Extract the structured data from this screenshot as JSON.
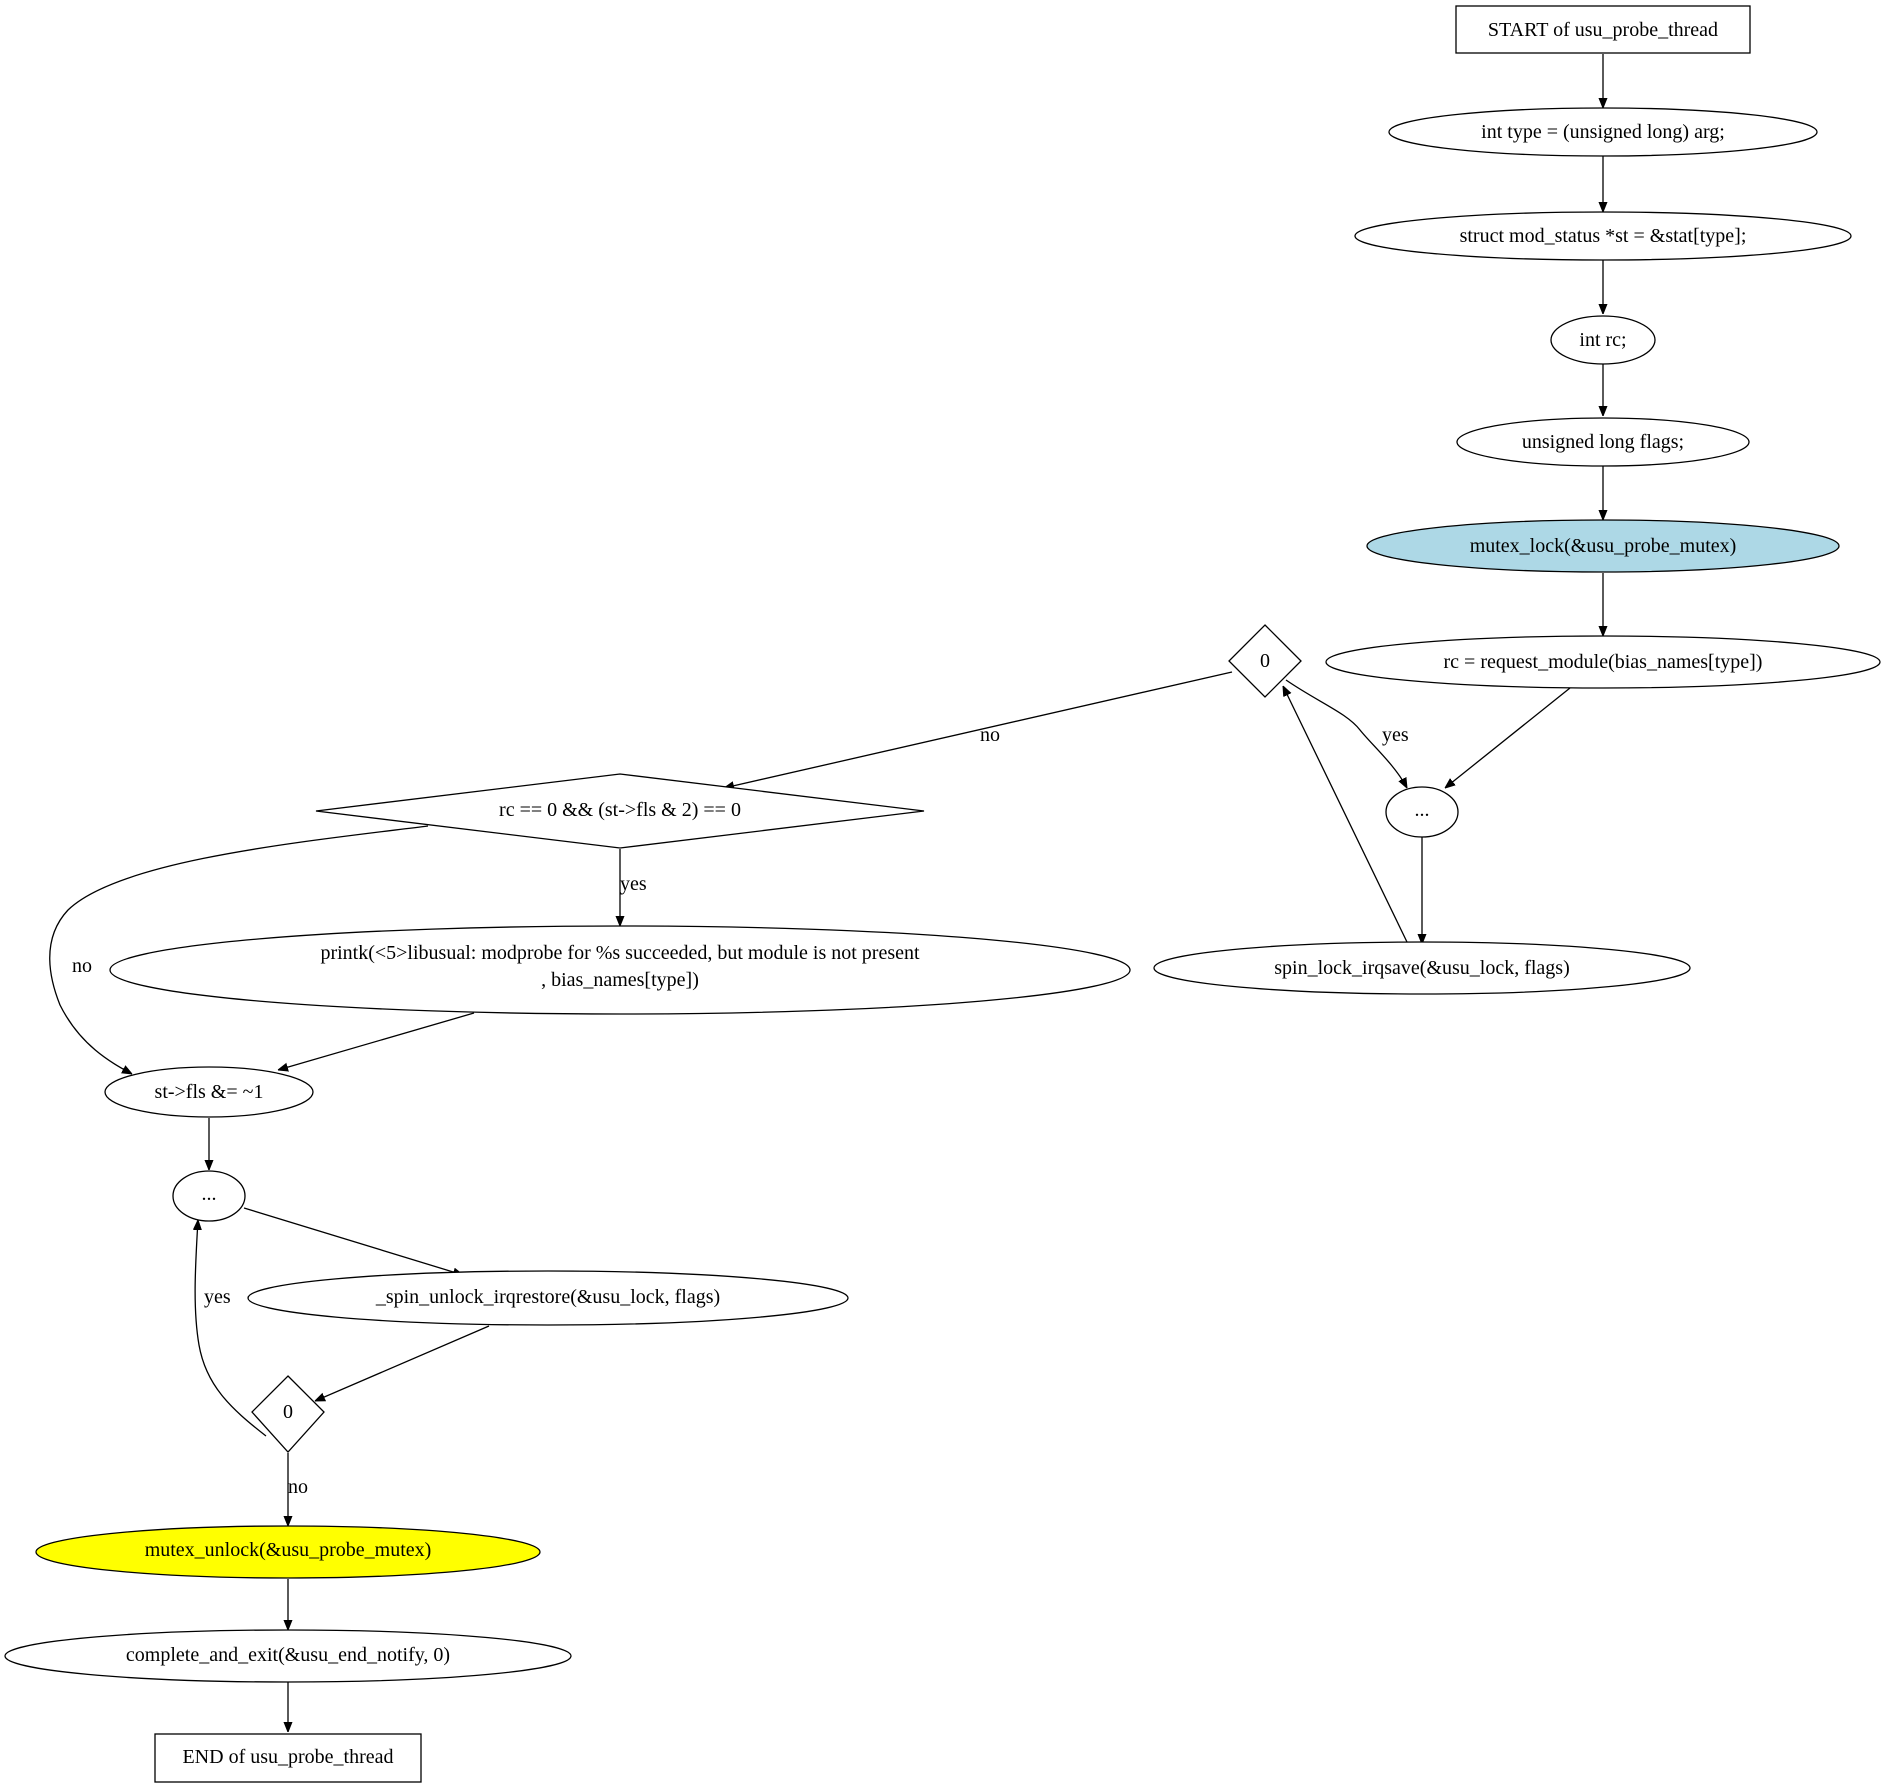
{
  "colors": {
    "background": "#ffffff",
    "stroke": "#000000",
    "highlight_start": "#add8e6",
    "highlight_end": "#ffff00"
  },
  "nodes": {
    "start": {
      "label": "START of usu_probe_thread",
      "shape": "box"
    },
    "decl_type": {
      "label": "int type = (unsigned long) arg;",
      "shape": "ellipse"
    },
    "decl_st": {
      "label": "struct mod_status *st = &stat[type];",
      "shape": "ellipse"
    },
    "decl_rc": {
      "label": "int rc;",
      "shape": "ellipse"
    },
    "decl_flags": {
      "label": "unsigned long flags;",
      "shape": "ellipse"
    },
    "mutex_lock": {
      "label": "mutex_lock(&usu_probe_mutex)",
      "shape": "ellipse",
      "fill": "#add8e6"
    },
    "request_module": {
      "label": "rc = request_module(bias_names[type])",
      "shape": "ellipse"
    },
    "cond_zero_top": {
      "label": "0",
      "shape": "diamond"
    },
    "dots_top": {
      "label": "...",
      "shape": "ellipse"
    },
    "spin_lock": {
      "label": "spin_lock_irqsave(&usu_lock, flags)",
      "shape": "ellipse"
    },
    "cond_rc": {
      "label": "rc == 0 && (st->fls & 2) == 0",
      "shape": "diamond"
    },
    "printk": {
      "line1": "printk(<5>libusual: modprobe for %s succeeded, but module is not present",
      "line2": ", bias_names[type])",
      "shape": "ellipse"
    },
    "clear_fls": {
      "label": "st->fls &= ~1",
      "shape": "ellipse"
    },
    "dots_bottom": {
      "label": "...",
      "shape": "ellipse"
    },
    "spin_unlock": {
      "label": "_spin_unlock_irqrestore(&usu_lock, flags)",
      "shape": "ellipse"
    },
    "cond_zero_bottom": {
      "label": "0",
      "shape": "diamond"
    },
    "mutex_unlock": {
      "label": "mutex_unlock(&usu_probe_mutex)",
      "shape": "ellipse",
      "fill": "#ffff00"
    },
    "complete_exit": {
      "label": "complete_and_exit(&usu_end_notify, 0)",
      "shape": "ellipse"
    },
    "end": {
      "label": "END of usu_probe_thread",
      "shape": "box"
    }
  },
  "edges": [
    {
      "from": "start",
      "to": "decl_type",
      "label": ""
    },
    {
      "from": "decl_type",
      "to": "decl_st",
      "label": ""
    },
    {
      "from": "decl_st",
      "to": "decl_rc",
      "label": ""
    },
    {
      "from": "decl_rc",
      "to": "decl_flags",
      "label": ""
    },
    {
      "from": "decl_flags",
      "to": "mutex_lock",
      "label": ""
    },
    {
      "from": "mutex_lock",
      "to": "request_module",
      "label": ""
    },
    {
      "from": "request_module",
      "to": "dots_top",
      "label": ""
    },
    {
      "from": "dots_top",
      "to": "spin_lock",
      "label": ""
    },
    {
      "from": "spin_lock",
      "to": "cond_zero_top",
      "label": ""
    },
    {
      "from": "cond_zero_top",
      "to": "dots_top",
      "label": "yes"
    },
    {
      "from": "cond_zero_top",
      "to": "cond_rc",
      "label": "no"
    },
    {
      "from": "cond_rc",
      "to": "printk",
      "label": "yes"
    },
    {
      "from": "cond_rc",
      "to": "clear_fls",
      "label": "no"
    },
    {
      "from": "printk",
      "to": "clear_fls",
      "label": ""
    },
    {
      "from": "clear_fls",
      "to": "dots_bottom",
      "label": ""
    },
    {
      "from": "dots_bottom",
      "to": "spin_unlock",
      "label": ""
    },
    {
      "from": "spin_unlock",
      "to": "cond_zero_bottom",
      "label": ""
    },
    {
      "from": "cond_zero_bottom",
      "to": "dots_bottom",
      "label": "yes"
    },
    {
      "from": "cond_zero_bottom",
      "to": "mutex_unlock",
      "label": "no"
    },
    {
      "from": "mutex_unlock",
      "to": "complete_exit",
      "label": ""
    },
    {
      "from": "complete_exit",
      "to": "end",
      "label": ""
    }
  ]
}
